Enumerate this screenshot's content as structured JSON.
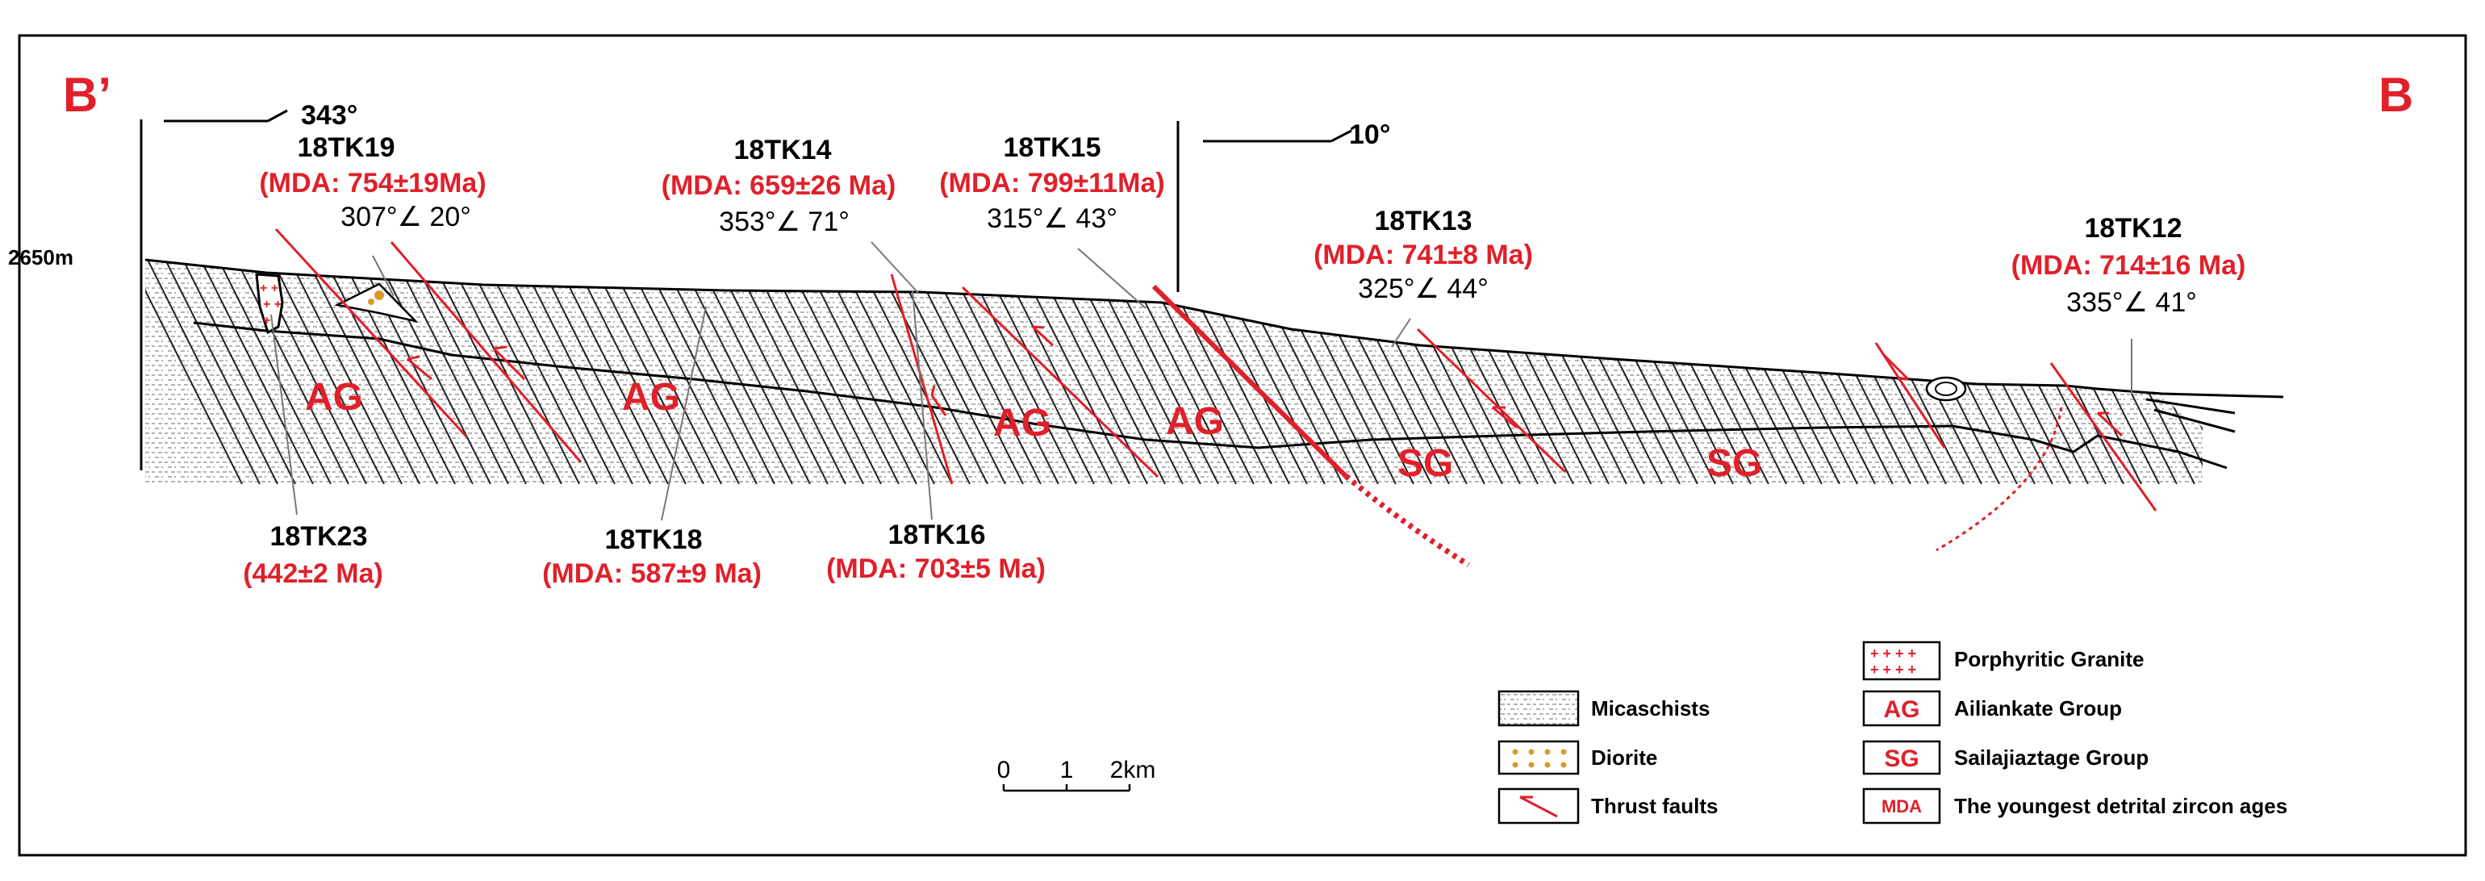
{
  "corners": {
    "left": "B’",
    "right": "B"
  },
  "orientation": {
    "left_bearing": "343°",
    "right_bearing": "10°"
  },
  "elevation_label": "2650m",
  "units": {
    "ag1": "AG",
    "ag2": "AG",
    "ag3": "AG",
    "ag4": "AG",
    "sg1": "SG",
    "sg2": "SG"
  },
  "samples": {
    "s19": {
      "id": "18TK19",
      "mda": "(MDA: 754±19Ma)",
      "attitude": "307°∠ 20°"
    },
    "s14": {
      "id": "18TK14",
      "mda": "(MDA: 659±26 Ma)",
      "attitude": "353°∠ 71°"
    },
    "s15": {
      "id": "18TK15",
      "mda": "(MDA: 799±11Ma)",
      "attitude": "315°∠ 43°"
    },
    "s13": {
      "id": "18TK13",
      "mda": "(MDA: 741±8 Ma)",
      "attitude": "325°∠ 44°"
    },
    "s12": {
      "id": "18TK12",
      "mda": "(MDA: 714±16 Ma)",
      "attitude": "335°∠ 41°"
    },
    "s23": {
      "id": "18TK23",
      "mda": "(442±2 Ma)"
    },
    "s18": {
      "id": "18TK18",
      "mda": "(MDA: 587±9 Ma)"
    },
    "s16": {
      "id": "18TK16",
      "mda": "(MDA: 703±5 Ma)"
    }
  },
  "scale": {
    "zero": "0",
    "one": "1",
    "two": "2km"
  },
  "legend": {
    "micaschists": "Micaschists",
    "diorite": "Diorite",
    "thrust": "Thrust faults",
    "granite": "Porphyritic Granite",
    "ag_label": "Ailiankate Group",
    "ag_box": "AG",
    "sg_label": "Sailajiaztage Group",
    "sg_box": "SG",
    "mda_label": "The youngest detrital zircon ages",
    "mda_box": "MDA"
  },
  "colors": {
    "accent_red": "#e0202a",
    "diorite_orange": "#d99a2b",
    "line": "#000000"
  }
}
